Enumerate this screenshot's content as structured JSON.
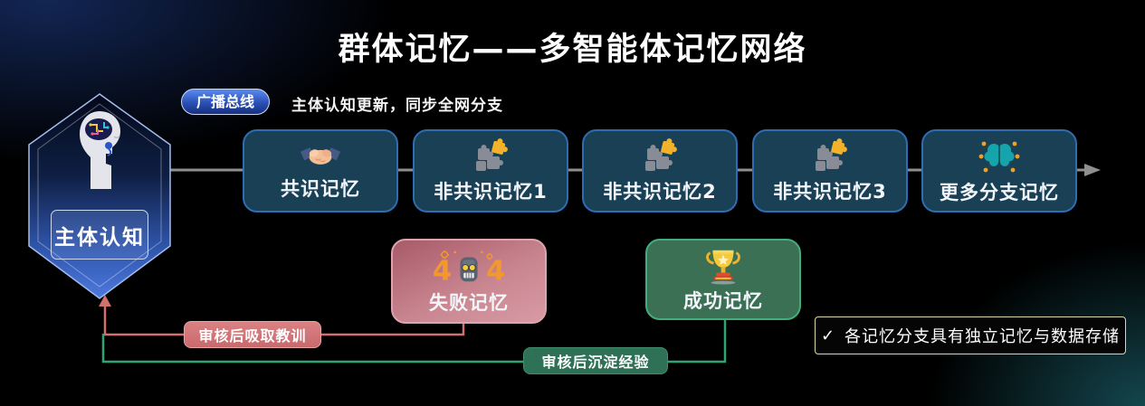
{
  "title": "群体记忆——多智能体记忆网络",
  "bus": {
    "badge": "广播总线",
    "caption": "主体认知更新，同步全网分支"
  },
  "agent": {
    "label": "主体认知",
    "icon": "head-brain-icon"
  },
  "branches": [
    {
      "label": "共识记忆",
      "icon": "handshake-icon"
    },
    {
      "label": "非共识记忆1",
      "icon": "puzzle-icon"
    },
    {
      "label": "非共识记忆2",
      "icon": "puzzle-icon"
    },
    {
      "label": "非共识记忆3",
      "icon": "puzzle-icon"
    },
    {
      "label": "更多分支记忆",
      "icon": "brain-network-icon"
    }
  ],
  "outcomes": {
    "failure": {
      "label": "失败记忆",
      "icon": "robot-404-icon"
    },
    "success": {
      "label": "成功记忆",
      "icon": "trophy-icon"
    }
  },
  "feedback": {
    "failure_edge_label": "审核后吸取教训",
    "success_edge_label": "审核后沉淀经验"
  },
  "note": {
    "check": "✓",
    "text": "各记忆分支具有独立记忆与数据存储"
  },
  "colors": {
    "background": "#000000",
    "branch_fill": "#1a4055",
    "branch_border": "#2f6cb0",
    "badge_blue": "#2a50b4",
    "hexagon_blue": "#4d79de",
    "failure_fill": "#c8858f",
    "failure_edge": "#d0706f",
    "success_fill": "#3b7055",
    "success_edge": "#2ea474",
    "bus_line": "#8f8f8f",
    "note_border": "#dcd8a8",
    "puzzle_gray": "#878c96",
    "puzzle_yellow": "#f2b32a",
    "brain_teal": "#15a4ab",
    "accent_orange": "#f2982e"
  }
}
